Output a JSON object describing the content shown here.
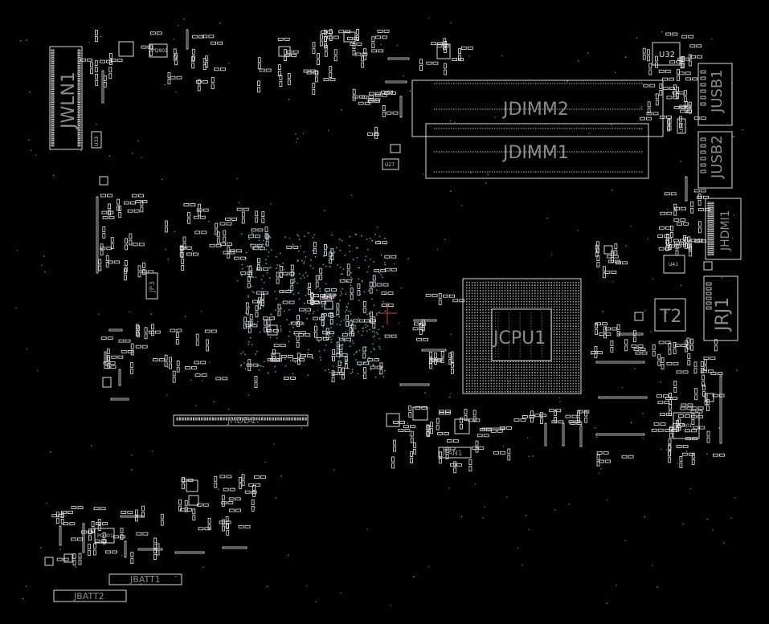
{
  "colors": {
    "background": "#000000",
    "silkscreen": "#8a8a8a",
    "outline": "#d8d8d8",
    "via": "#3fa8a4",
    "cursor": "#d04040"
  },
  "components": {
    "jwln1": "JWLN1",
    "jdimm2": "JDIMM2",
    "jdimm1": "JDIMM1",
    "jusb1": "JUSB1",
    "jusb2": "JUSB2",
    "jhdmi1": "JHDMI1",
    "jrj1": "JRJ1",
    "t2": "T2",
    "jcpu1": "JCPU1",
    "jhdd1": "JHDD1",
    "jfan1": "JFAN1",
    "jbatt1": "JBATT1",
    "jbatt2": "JBATT2",
    "jp3": "JP3",
    "u32": "U32",
    "u27": "U27",
    "u41": "U41",
    "pu801": "PU801",
    "pq301": "PQ301",
    "pq802": "PQ802",
    "u33": "U33",
    "u36": "U36"
  }
}
